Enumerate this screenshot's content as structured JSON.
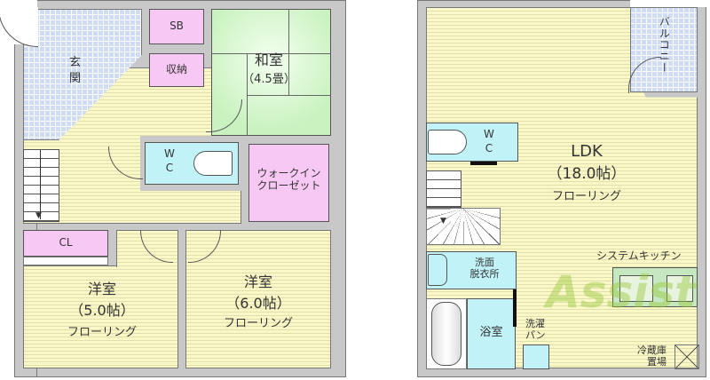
{
  "floor1": {
    "rooms": {
      "genkan": {
        "label_line1": "玄",
        "label_line2": "関"
      },
      "sb": {
        "label": "SB"
      },
      "shuno": {
        "label": "収納"
      },
      "washitsu": {
        "label": "和室",
        "size": "（4.5畳）"
      },
      "wc": {
        "label_line1": "W",
        "label_line2": "C"
      },
      "walkin": {
        "label_line1": "ウォークイン",
        "label_line2": "クローゼット"
      },
      "cl": {
        "label": "CL"
      },
      "youshitsu_a": {
        "label": "洋室",
        "size": "（5.0帖）",
        "floor": "フローリング"
      },
      "youshitsu_b": {
        "label": "洋室",
        "size": "（6.0帖）",
        "floor": "フローリング"
      }
    }
  },
  "floor2": {
    "rooms": {
      "balcony": {
        "label": "バルコニー"
      },
      "wc": {
        "label_line1": "W",
        "label_line2": "C"
      },
      "ldk": {
        "label": "LDK",
        "size": "（18.0帖）",
        "floor": "フローリング"
      },
      "kitchen": {
        "label": "システムキッチン"
      },
      "senmen": {
        "label_line1": "洗面",
        "label_line2": "脱衣所"
      },
      "bath": {
        "label": "浴室"
      },
      "sentaku": {
        "label_line1": "洗濯",
        "label_line2": "パン"
      },
      "reizouko": {
        "label_line1": "冷蔵庫",
        "label_line2": "置場"
      }
    }
  },
  "watermark": {
    "text": "Assist"
  },
  "colors": {
    "wall": "#c8c8c8",
    "floor": "#fbf8c8",
    "tile": "#cfdcf5",
    "storage": "#f8c8f4",
    "tatami": "#c9f2c0",
    "water": "#c0f2f7"
  }
}
